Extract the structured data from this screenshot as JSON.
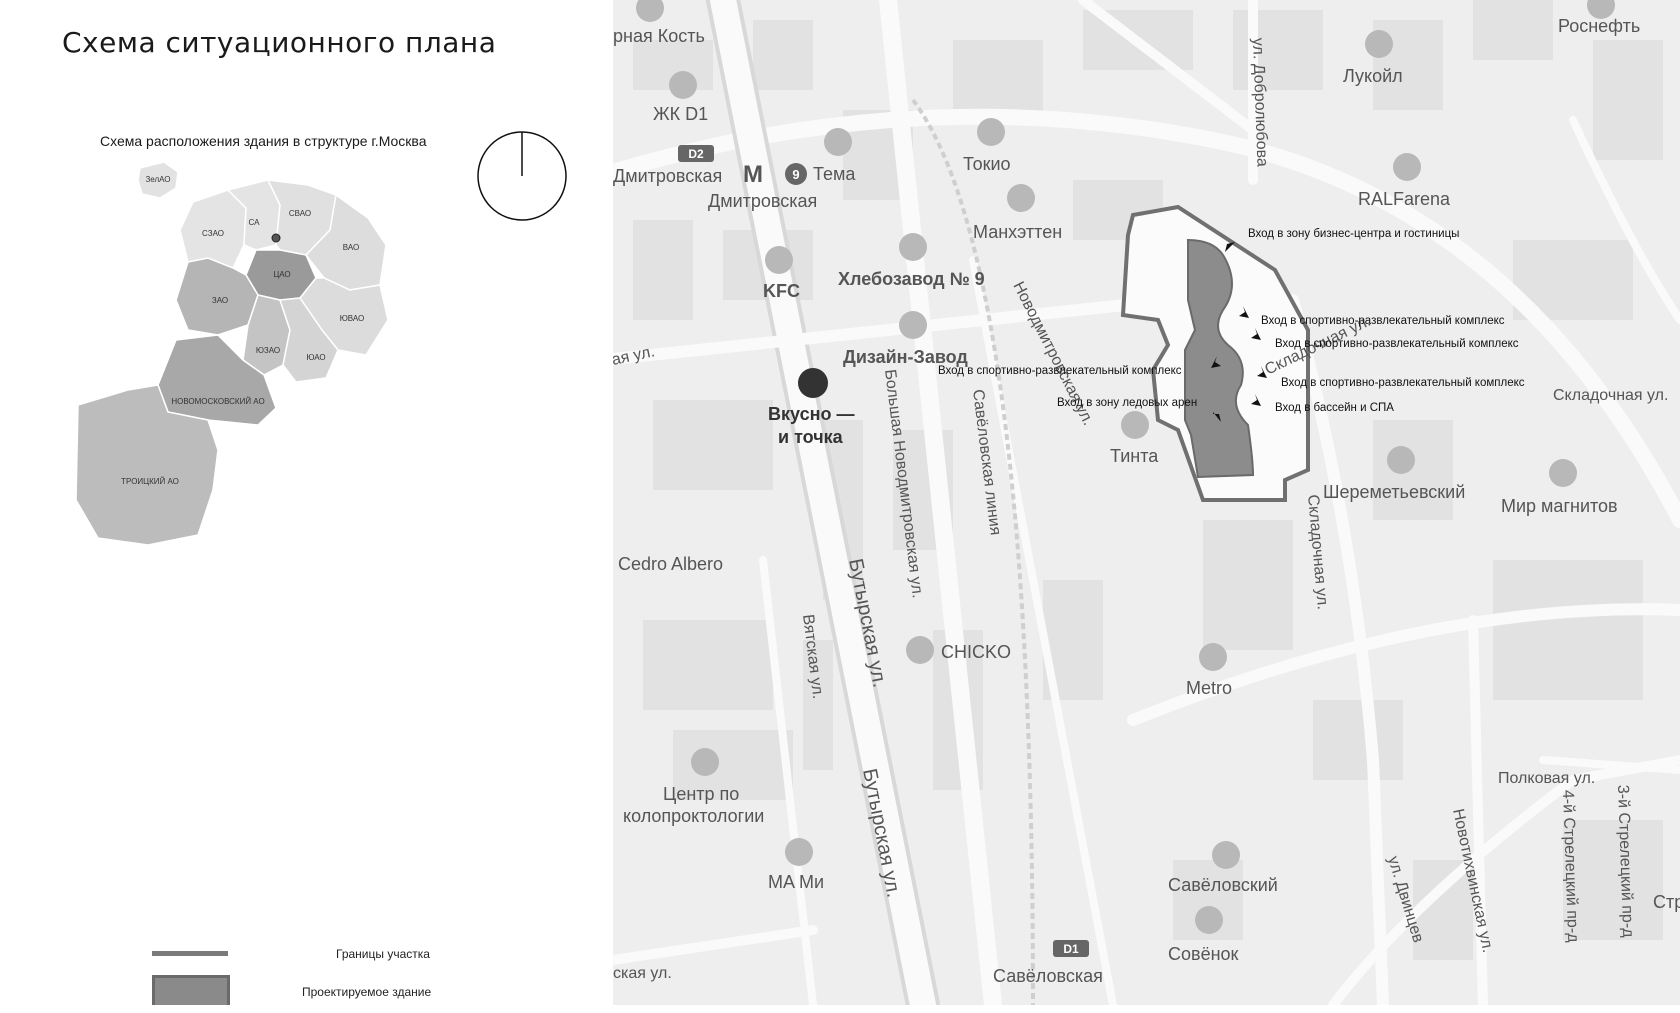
{
  "title": "Схема ситуационного плана",
  "inset": {
    "title": "Схема расположения здания в структуре г.Москва",
    "districts": [
      "ЗелАО",
      "СЗАО",
      "СА",
      "СВАО",
      "ВАО",
      "ЦАО",
      "ЗАО",
      "ЮВАО",
      "ЮЗАО",
      "ЮАО",
      "НОВОМОСКОВСКИЙ АО",
      "ТРОИЦКИЙ АО"
    ]
  },
  "entrances": [
    "Вход в зону бизнес-центра и гостиницы",
    "Вход в спортивно-развлекательный комплекс",
    "Вход в спортивно-развлекательный комплекс",
    "Вход в спортивно-развлекательный комплекс",
    "Вход в спортивно-развлекательный комплекс",
    "Вход в зону ледовых арен",
    "Вход в бассейн и СПА"
  ],
  "map_labels": {
    "streets": [
      "ул. Добролюбова",
      "Новодмитровская ул.",
      "Большая Новодмитровская ул.",
      "Савёловская линия",
      "Бутырская ул.",
      "Бутырская ул.",
      "Вятская ул.",
      "Складочная ул.",
      "Складочная ул.",
      "Складочная ул.",
      "Полковая ул.",
      "Новотихвинская ул.",
      "ул. Двинцев",
      "4-й Стрелецкий пр-д",
      "3-й Стрелецкий пр-д",
      "ая ул.",
      "ская ул."
    ],
    "places": [
      "рная Кость",
      "ЖК D1",
      "Дмитровская",
      "Дмитровская",
      "Тема",
      "Токио",
      "Лукойл",
      "Роснефть",
      "RALFarena",
      "Манхэттен",
      "Хлебозавод № 9",
      "KFC",
      "Дизайн-Завод",
      "Вкусно —",
      "и точка",
      "Тинта",
      "Шереметьевский",
      "Мир магнитов",
      "Cedro Albero",
      "CHICKO",
      "Metro",
      "Центр по",
      "колопроктологии",
      "MA Mи",
      "Савёловский",
      "Совёнок",
      "Савёловская",
      "Стр"
    ],
    "badges": [
      "D2",
      "9",
      "D1",
      "M"
    ]
  },
  "legend": {
    "boundary": "Границы участка",
    "building": "Проектируемое здание"
  },
  "colors": {
    "map_bg": "#eeeeee",
    "block": "#e2e2e2",
    "road": "#fafafa",
    "building": "#8c8c8c",
    "boundary": "#707070",
    "text": "#555555"
  }
}
